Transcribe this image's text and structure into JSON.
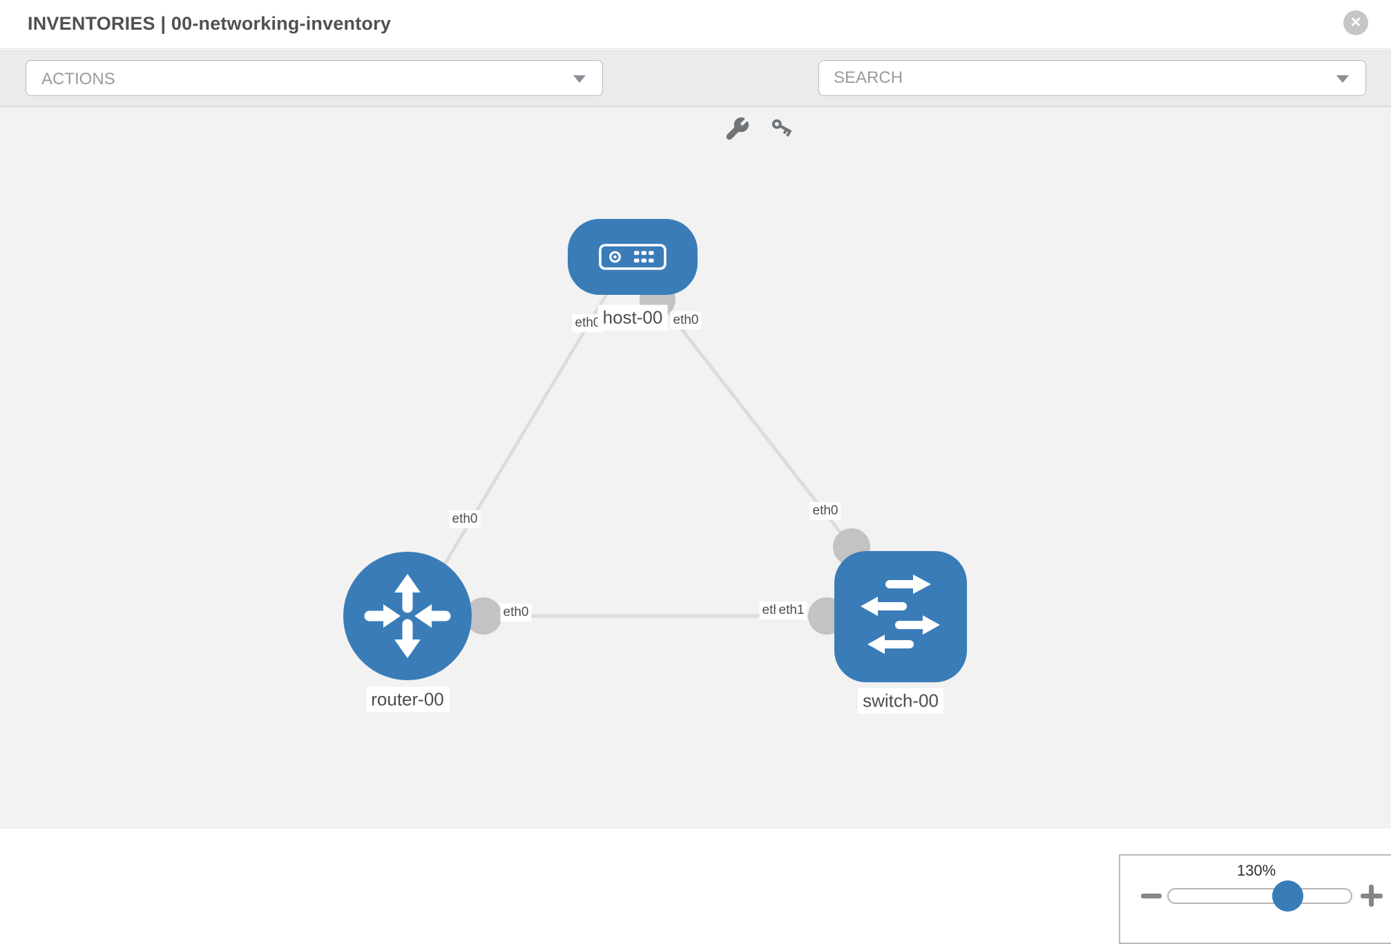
{
  "window": {
    "title": "INVENTORIES | 00-networking-inventory",
    "close_glyph": "✕"
  },
  "toolbar": {
    "actions": {
      "label": "ACTIONS"
    },
    "search": {
      "placeholder": "SEARCH"
    },
    "icons": [
      "wrench-icon",
      "key-icon",
      "dropdown-caret-icon"
    ]
  },
  "topology": {
    "nodes": [
      {
        "id": "host-00",
        "label": "host-00",
        "type": "host",
        "shape": "rounded-rect"
      },
      {
        "id": "router-00",
        "label": "router-00",
        "type": "router",
        "shape": "circle"
      },
      {
        "id": "switch-00",
        "label": "switch-00",
        "type": "switch",
        "shape": "rounded-square"
      }
    ],
    "links": [
      {
        "from": "host-00",
        "to": "router-00",
        "from_interface": "eth0",
        "to_interface": "eth0"
      },
      {
        "from": "host-00",
        "to": "switch-00",
        "from_interface": "eth0",
        "to_interface": "eth0"
      },
      {
        "from": "router-00",
        "to": "switch-00",
        "from_interface": "eth0",
        "to_interface": "eth1"
      }
    ],
    "interfaces": [
      "eth0",
      "eth0",
      "eth0",
      "eth0",
      "eth0",
      "eth1",
      "eth0"
    ]
  },
  "zoom_control": {
    "value": "130%",
    "zoom_percent": 130
  },
  "colors": {
    "node_blue": "#3a7cb8",
    "link_gray": "#dcdcdc",
    "interface_gray": "#c3c3c3",
    "canvas_bg": "#f2f2f2",
    "toolbar_bg": "#ebebeb"
  }
}
